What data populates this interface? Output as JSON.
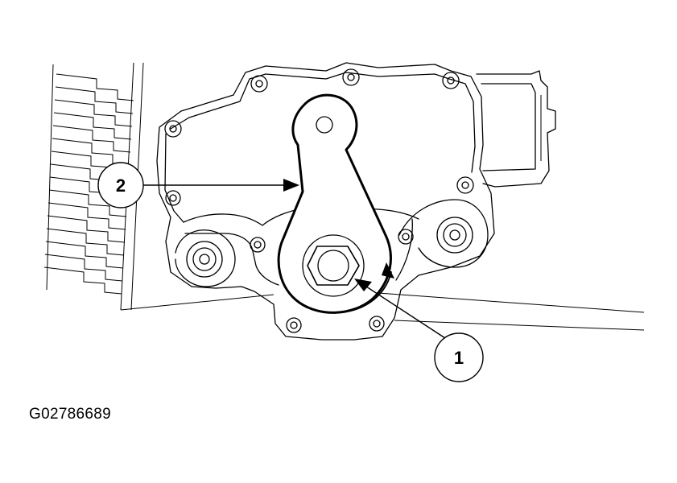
{
  "figure": {
    "id": "G02786689"
  },
  "callouts": [
    {
      "number": "1"
    },
    {
      "number": "2"
    }
  ]
}
